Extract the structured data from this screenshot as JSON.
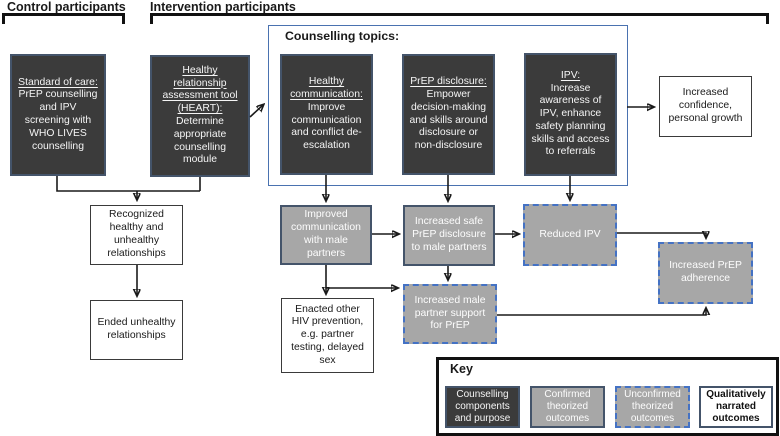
{
  "diagram": {
    "headers": {
      "control": "Control participants",
      "intervention": "Intervention participants"
    },
    "counselling_container_label": "Counselling topics:",
    "boxes": {
      "standard_of_care": {
        "heading": "Standard of care:",
        "body": "PrEP counselling and IPV screening with WHO LIVES counselling"
      },
      "heart": {
        "heading": "Healthy relationship assessment tool (HEART):",
        "body": "Determine appropriate counselling module"
      },
      "healthy_communication": {
        "heading": "Healthy communication:",
        "body": "Improve communication and conflict de-escalation"
      },
      "prep_disclosure": {
        "heading": "PrEP disclosure:",
        "body": "Empower decision-making and skills around disclosure or non-disclosure"
      },
      "ipv": {
        "heading": "IPV:",
        "body": "Increase awareness of IPV, enhance safety planning skills and access to referrals"
      },
      "increased_confidence": {
        "body": "Increased confidence, personal growth"
      },
      "recognized_relationships": {
        "body": "Recognized healthy and unhealthy relationships"
      },
      "ended_relationships": {
        "body": "Ended unhealthy relationships"
      },
      "improved_communication": {
        "body": "Improved communication with male partners"
      },
      "increased_safe_disclosure": {
        "body": "Increased safe PrEP disclosure to male partners"
      },
      "reduced_ipv": {
        "body": "Reduced IPV"
      },
      "enacted_prevention": {
        "body": "Enacted other HIV prevention, e.g. partner testing, delayed sex"
      },
      "male_partner_support": {
        "body": "Increased male partner support for PrEP"
      },
      "prep_adherence": {
        "body": "Increased PrEP adherence"
      }
    },
    "key": {
      "title": "Key",
      "items": [
        {
          "label": "Counselling components and purpose",
          "style": "dark"
        },
        {
          "label": "Confirmed theorized outcomes",
          "style": "gray-solid"
        },
        {
          "label": "Unconfirmed theorized outcomes",
          "style": "gray-dashed"
        },
        {
          "label": "Qualitatively narrated outcomes",
          "style": "white"
        }
      ]
    },
    "colors": {
      "dark_fill": "#3b3b3b",
      "gray_fill": "#a7a7a7",
      "solid_border": "#44546a",
      "dashed_border": "#4472c4",
      "container_border": "#4a72b0",
      "line": "#1a1a1a"
    }
  }
}
